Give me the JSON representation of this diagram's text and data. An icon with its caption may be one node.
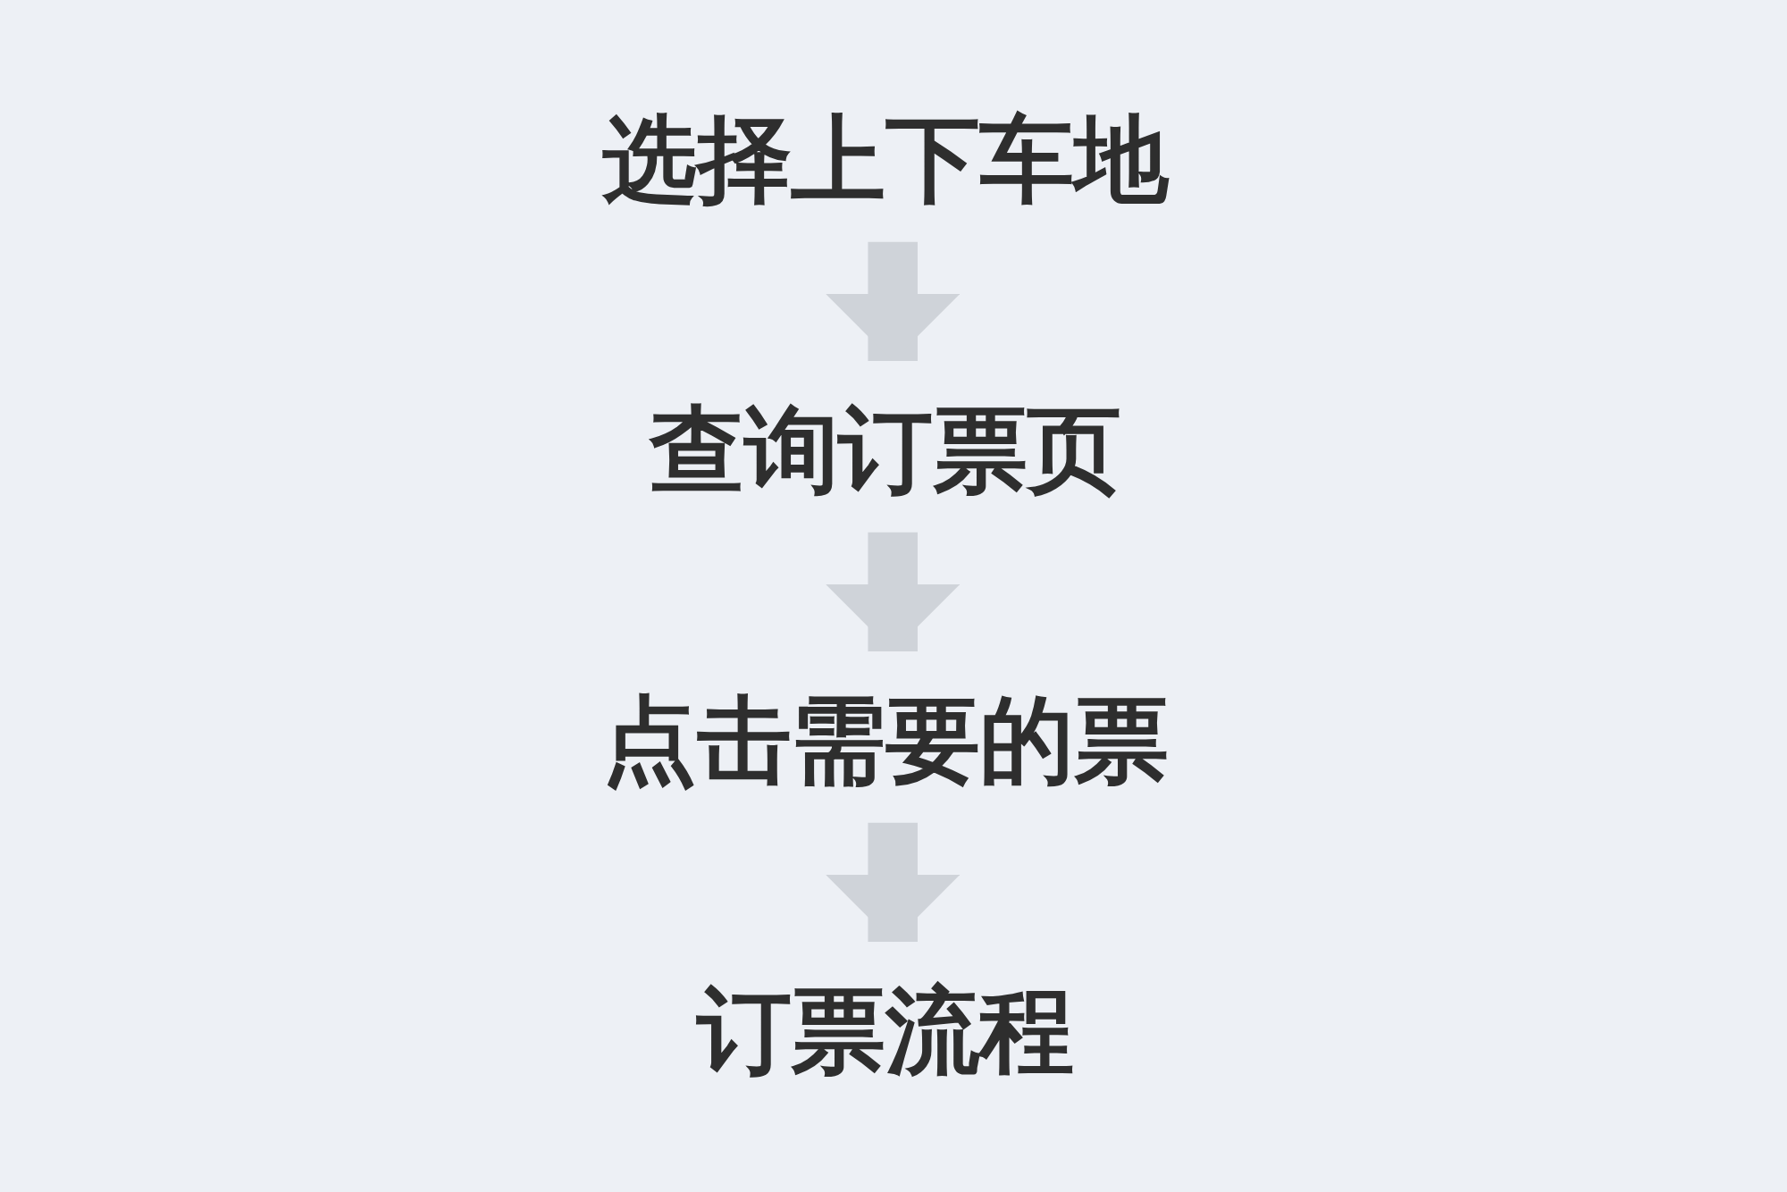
{
  "diagram": {
    "nodes": [
      {
        "text": [
          "选择上下车地"
        ]
      },
      {
        "text": [
          "查询订票页"
        ]
      },
      {
        "text": [
          "点击需要的票"
        ]
      },
      {
        "text": [
          "订票流程"
        ]
      }
    ],
    "edges": [
      {
        "from": 0,
        "to": 1,
        "arrow": "to"
      },
      {
        "from": 1,
        "to": 2,
        "arrow": "to"
      },
      {
        "from": 2,
        "to": 3,
        "arrow": "to"
      }
    ]
  }
}
